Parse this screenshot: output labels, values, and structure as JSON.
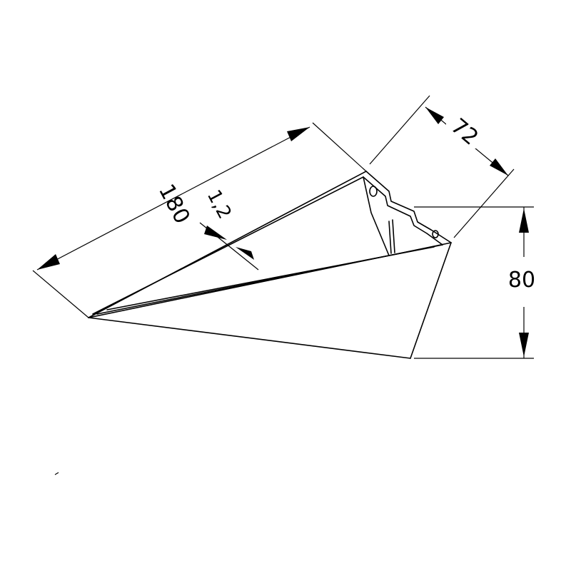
{
  "diagram": {
    "dimensions": {
      "length": "180",
      "thickness": "1,2",
      "width": "72",
      "height": "80"
    },
    "colors": {
      "line": "#000000",
      "background": "#ffffff"
    }
  }
}
